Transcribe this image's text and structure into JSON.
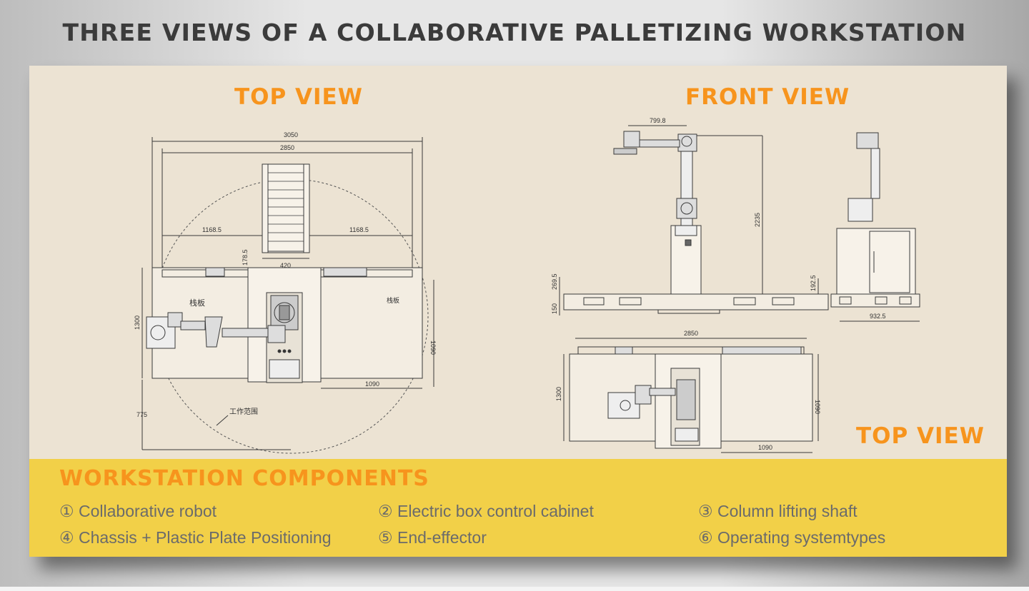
{
  "page": {
    "title": "THREE VIEWS OF A COLLABORATIVE PALLETIZING WORKSTATION"
  },
  "views": {
    "top_view_left": {
      "label": "TOP VIEW",
      "dims": {
        "d3050": "3050",
        "d2850": "2850",
        "d1168_left": "1168.5",
        "d1168_right": "1168.5",
        "d420": "420",
        "d178": "178.5",
        "d1300": "1300",
        "d1090v": "1090",
        "d1090h": "1090",
        "d775": "775"
      },
      "annotations": {
        "pallet": "栈板",
        "pallet_right": "栈板",
        "working_range": "工作范围"
      }
    },
    "front_view": {
      "label": "FRONT VIEW",
      "dims": {
        "d799": "799.8",
        "d2235": "2235",
        "d269": "269.5",
        "d150": "150",
        "d192": "192.5",
        "d932": "932.5"
      }
    },
    "top_view_right": {
      "label": "TOP VIEW",
      "dims": {
        "d2850": "2850",
        "d1300": "1300",
        "d1090v": "1090",
        "d1090h": "1090"
      }
    }
  },
  "components": {
    "title": "WORKSTATION COMPONENTS",
    "items": [
      "① Collaborative robot",
      "② Electric box control cabinet",
      "③ Column lifting shaft",
      "④ Chassis + Plastic Plate Positioning",
      "⑤ End-effector",
      "⑥ Operating systemtypes"
    ]
  },
  "colors": {
    "accent": "#f7941d",
    "panel": "#f2d048",
    "drawing_bg": "#ece3d3"
  }
}
